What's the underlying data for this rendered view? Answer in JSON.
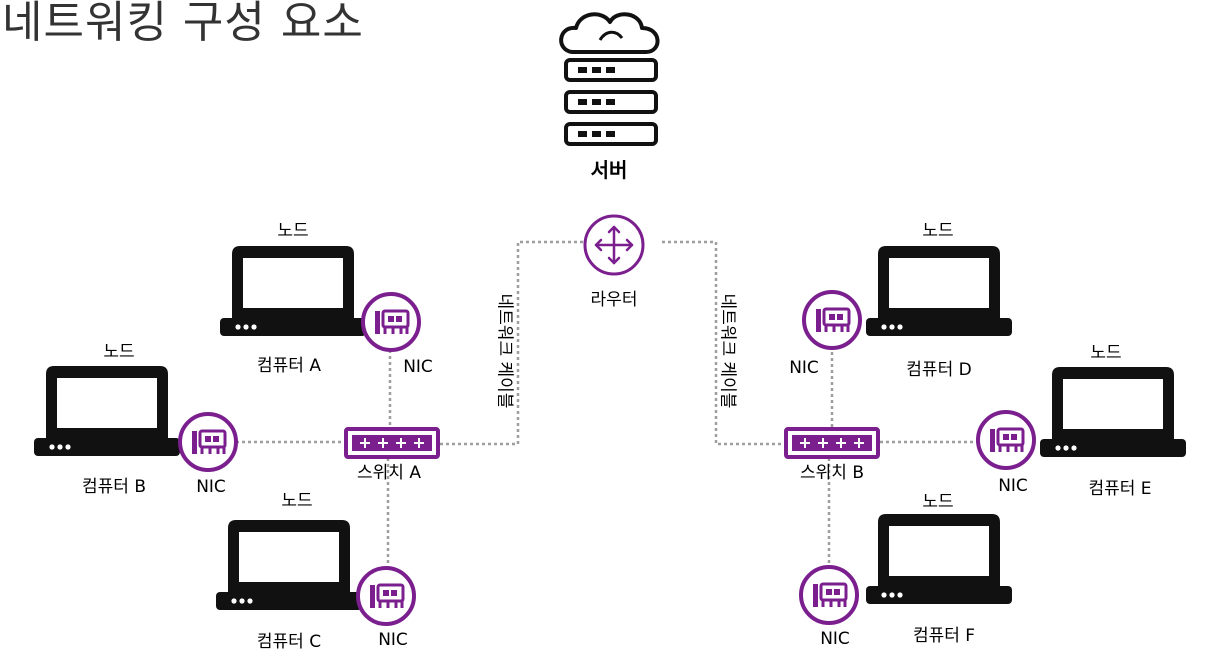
{
  "title": "네트워킹 구성 요소",
  "server": {
    "label": "서버"
  },
  "router": {
    "label": "라우터"
  },
  "cable_label": "네트워크 케이블",
  "node_label": "노드",
  "nic_label": "NIC",
  "switches": [
    {
      "label": "스위치 A"
    },
    {
      "label": "스위치 B"
    }
  ],
  "computers": [
    {
      "label": "컴퓨터 A"
    },
    {
      "label": "컴퓨터 B"
    },
    {
      "label": "컴퓨터 C"
    },
    {
      "label": "컴퓨터 D"
    },
    {
      "label": "컴퓨터 E"
    },
    {
      "label": "컴퓨터 F"
    }
  ],
  "colors": {
    "accent": "#7b1f8f",
    "link": "#9e9e9e",
    "device": "#111111"
  }
}
